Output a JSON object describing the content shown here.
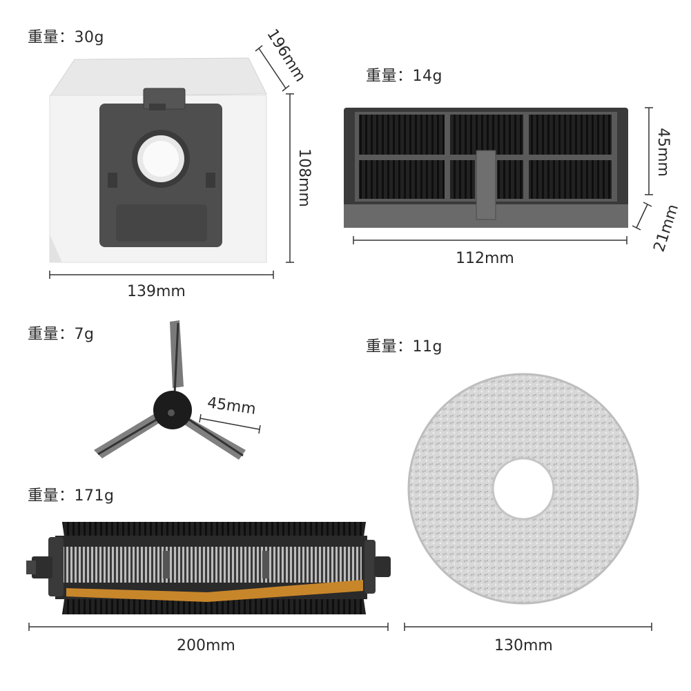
{
  "weights": {
    "bag": "重量：30g",
    "filter": "重量：14g",
    "side_brush": "重量：7g",
    "mop": "重量：11g",
    "roller": "重量：171g"
  },
  "dimensions": {
    "bag_depth": "196mm",
    "bag_height": "108mm",
    "bag_width": "139mm",
    "filter_height": "45mm",
    "filter_depth": "21mm",
    "filter_width": "112mm",
    "brush_arm": "45mm",
    "roller_length": "200mm",
    "mop_diameter": "130mm"
  },
  "colors": {
    "text": "#2a2a2a",
    "bag_white": "#f3f3f3",
    "plastic_dark": "#4a4a4a",
    "bristle_black": "#1c1c1c",
    "roller_accent": "#c8862a",
    "mop_gray": "#d4d4d4"
  }
}
